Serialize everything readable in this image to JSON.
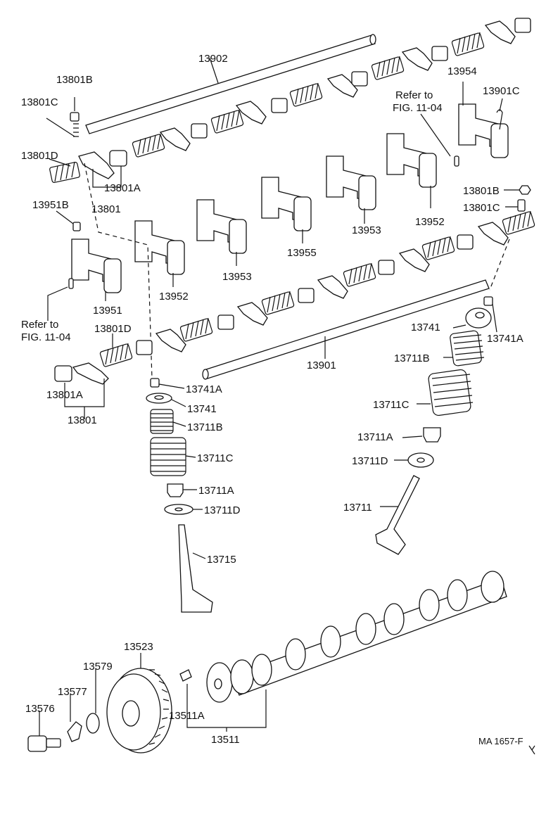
{
  "labels": {
    "p13902": "13902",
    "p13801B_top": "13801B",
    "p13801C_top": "13801C",
    "p13801D_top": "13801D",
    "p13801A_top": "13801A",
    "p13801_top": "13801",
    "p13951B": "13951B",
    "p13954": "13954",
    "p13901C": "13901C",
    "refer1_a": "Refer to",
    "refer1_b": "FIG. 11-04",
    "p13801B_right": "13801B",
    "p13801C_right": "13801C",
    "p13952_upper": "13952",
    "p13953_upper": "13953",
    "p13955": "13955",
    "p13953_lower": "13953",
    "p13952_lower": "13952",
    "p13951": "13951",
    "refer2_a": "Refer to",
    "refer2_b": "FIG. 11-04",
    "p13801D_low": "13801D",
    "p13801A_low": "13801A",
    "p13801_low": "13801",
    "p13741_right": "13741",
    "p13741A_right": "13741A",
    "p13901": "13901",
    "p13711B_right": "13711B",
    "p13711C_right": "13711C",
    "p13711A_right": "13711A",
    "p13711D_right": "13711D",
    "p13711": "13711",
    "p13741A_left": "13741A",
    "p13741_left": "13741",
    "p13711B_left": "13711B",
    "p13711C_left": "13711C",
    "p13711A_left": "13711A",
    "p13711D_left": "13711D",
    "p13715": "13715",
    "p13523": "13523",
    "p13579": "13579",
    "p13577": "13577",
    "p13576": "13576",
    "p13511A": "13511A",
    "p13511": "13511",
    "code": "MA  1657-F"
  }
}
